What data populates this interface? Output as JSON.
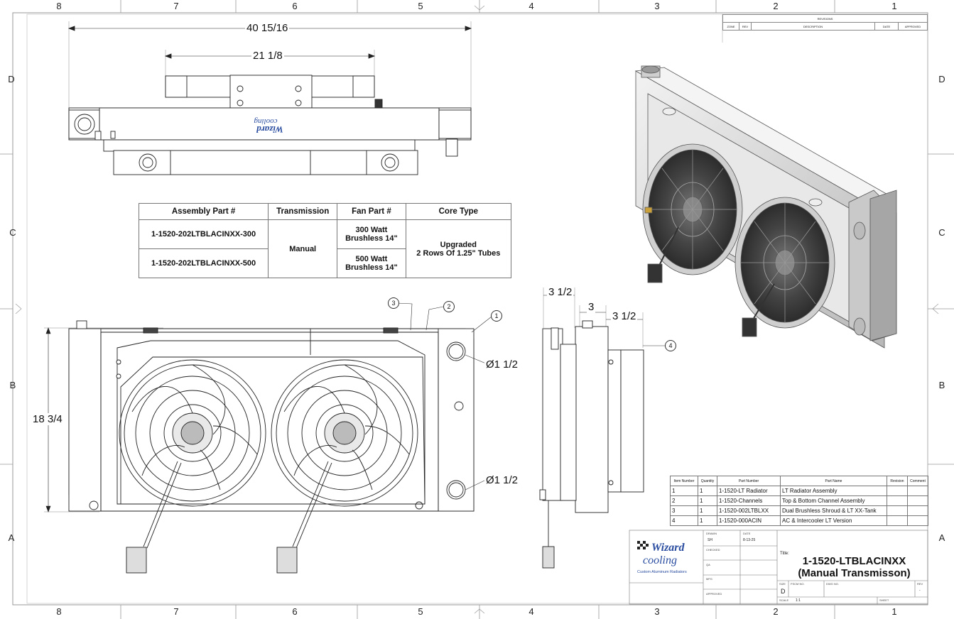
{
  "border": {
    "top_zones": [
      "8",
      "7",
      "6",
      "5",
      "4",
      "3",
      "2",
      "1"
    ],
    "bottom_zones": [
      "8",
      "7",
      "6",
      "5",
      "4",
      "3",
      "2",
      "1"
    ],
    "left_zones": [
      "D",
      "C",
      "B",
      "A"
    ],
    "right_zones": [
      "D",
      "C",
      "B",
      "A"
    ]
  },
  "dimensions": {
    "overall_width": "40 15/16",
    "intercooler_width": "21 1/8",
    "height": "18 3/4",
    "port_upper": "Ø1 1/2",
    "port_lower": "Ø1 1/2",
    "side_depth_1": "3 1/2",
    "side_depth_2": "3",
    "side_depth_3": "3 1/2"
  },
  "balloons": [
    "1",
    "2",
    "3",
    "4"
  ],
  "assembly_table": {
    "headers": [
      "Assembly Part #",
      "Transmission",
      "Fan Part #",
      "Core Type"
    ],
    "part_1": "1-1520-202LTBLACINXX-300",
    "part_2": "1-1520-202LTBLACINXX-500",
    "transmission": "Manual",
    "fan_1_line1": "300 Watt",
    "fan_1_line2": "Brushless 14\"",
    "fan_2_line1": "500 Watt",
    "fan_2_line2": "Brushless 14\"",
    "core_line1": "Upgraded",
    "core_line2": "2 Rows Of 1.25\" Tubes"
  },
  "revisions": {
    "title": "REVISIONS",
    "headers": [
      "ZONE",
      "REV",
      "DESCRIPTION",
      "DATE",
      "APPROVED"
    ]
  },
  "bom": {
    "headers": [
      "Item Number",
      "Quantity",
      "Part Number",
      "Part Name",
      "Revision",
      "Comment"
    ],
    "rows": [
      {
        "item": "1",
        "qty": "1",
        "part": "1-1520-LT Radiator",
        "name": "LT Radiator Assembly"
      },
      {
        "item": "2",
        "qty": "1",
        "part": "1-1520-Channels",
        "name": "Top & Bottom Channel Assembly"
      },
      {
        "item": "3",
        "qty": "1",
        "part": "1-1520-002LTBLXX",
        "name": "Dual Brushless Shroud & LT XX-Tank"
      },
      {
        "item": "4",
        "qty": "1",
        "part": "1-1520-000ACIN",
        "name": "AC & Intercooler LT  Version"
      }
    ]
  },
  "title_block": {
    "logo_word_1": "Wizard",
    "logo_word_2": "cooling",
    "logo_tagline": "Custom Aluminum Radiators",
    "drawn_label": "DRAWN",
    "drawn_value": "SH",
    "date_label": "DATE",
    "date_value": "8-13-25",
    "checked_label": "CHECKED",
    "qa_label": "QA",
    "mfg_label": "MFG",
    "approved_label": "APPROVED",
    "title_label": "Title:",
    "title_line1": "1-1520-LTBLACINXX",
    "title_line2": "(Manual Transmisson)",
    "size_label": "SIZE",
    "size_value": "D",
    "fscm_label": "FSCM NO.",
    "dwg_label": "DWG NO.",
    "rev_label": "REV",
    "rev_value": "-",
    "scale_label": "SCALE",
    "scale_value": "1:1",
    "sheet_label": "SHEET"
  },
  "colors": {
    "line": "#222222",
    "frame": "#888888",
    "metal_light": "#e6e6e6",
    "metal_mid": "#bdbdbd",
    "metal_dark": "#6f6f6f",
    "fan_dark": "#3a3a3a",
    "logo_blue": "#2a4da0"
  }
}
